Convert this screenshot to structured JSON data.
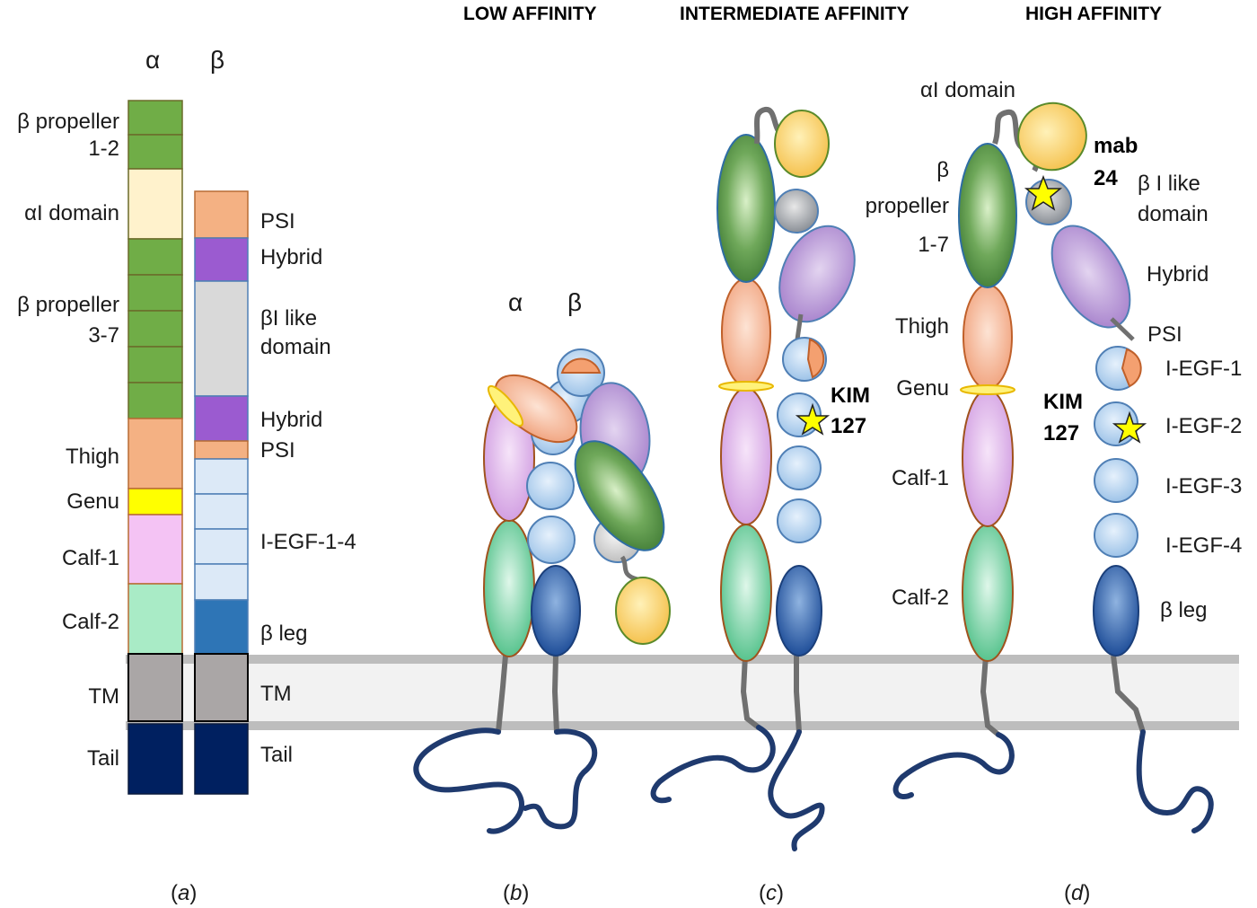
{
  "headers": {
    "low": "LOW AFFINITY",
    "intermediate": "INTERMEDIATE AFFINITY",
    "high": "HIGH AFFINITY"
  },
  "panel_a": {
    "alpha": "α",
    "beta": "β",
    "alpha_labels": {
      "beta_propeller_12_line1": "β propeller",
      "beta_propeller_12_line2": "1-2",
      "ai_domain": "αI domain",
      "beta_propeller_37_line1": "β propeller",
      "beta_propeller_37_line2": "3-7",
      "thigh": "Thigh",
      "genu": "Genu",
      "calf1": "Calf-1",
      "calf2": "Calf-2",
      "tm": "TM",
      "tail": "Tail"
    },
    "beta_labels": {
      "psi_top": "PSI",
      "hybrid_top": "Hybrid",
      "bi_like_line1": "βI like",
      "bi_like_line2": "domain",
      "hybrid_bottom": "Hybrid",
      "psi_bottom": "PSI",
      "iegf": "I-EGF-1-4",
      "beta_leg": "β leg",
      "tm": "TM",
      "tail": "Tail"
    }
  },
  "panel_b": {
    "alpha": "α",
    "beta": "β"
  },
  "panel_c": {
    "kim_line1": "KIM",
    "kim_line2": "127"
  },
  "panel_d": {
    "ai_domain": "αI domain",
    "mab_line1": "mab",
    "mab_line2": "24",
    "bi_like_line1": "β I like",
    "bi_like_line2": "domain",
    "propeller_line1": "β",
    "propeller_line2": "propeller",
    "propeller_line3": "1-7",
    "hybrid": "Hybrid",
    "thigh": "Thigh",
    "psi": "PSI",
    "genu": "Genu",
    "iegf1": "I-EGF-1",
    "kim_line1": "KIM",
    "kim_line2": "127",
    "iegf2": "I-EGF-2",
    "calf1": "Calf-1",
    "iegf3": "I-EGF-3",
    "iegf4": "I-EGF-4",
    "calf2": "Calf-2",
    "beta_leg": "β leg"
  },
  "captions": {
    "a_open": "(",
    "a_letter": "a",
    "a_close": ")",
    "b_open": "(",
    "b_letter": "b",
    "b_close": ")",
    "c_open": "(",
    "c_letter": "c",
    "c_close": ")",
    "d_open": "(",
    "d_letter": "d",
    "d_close": ")"
  },
  "colors": {
    "propeller": "#70ad47",
    "ai_domain_bar": "#fff2cc",
    "thigh": "#f4b183",
    "genu": "#ffff00",
    "calf1": "#f4c3f4",
    "calf2": "#a9ebc6",
    "tm": "#aaa6a6",
    "tail": "#002060",
    "psi": "#f4b183",
    "hybrid": "#9b5bd0",
    "bi_like": "#d9d9d9",
    "iegf": "#dce9f7",
    "beta_leg": "#2e75b6",
    "membrane": "#f2f2f2",
    "tail_line": "#1f3a6e"
  }
}
